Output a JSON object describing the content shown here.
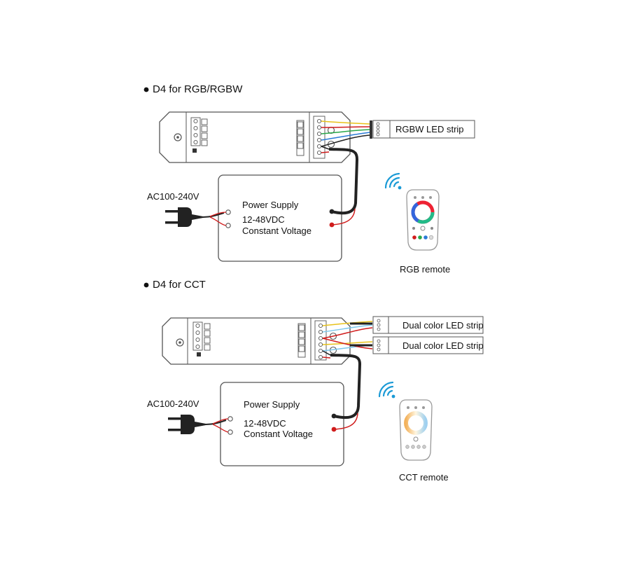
{
  "sections": [
    {
      "heading": "D4 for RGB/RGBW",
      "strip_label": "RGBW LED strip",
      "ac_label": "AC100-240V",
      "psu": {
        "title": "Power Supply",
        "voltage": "12-48VDC",
        "mode": "Constant Voltage"
      },
      "remote_label": "RGB remote"
    },
    {
      "heading": "D4 for CCT",
      "strip_labels": [
        "Dual color LED strip",
        "Dual color LED strip"
      ],
      "ac_label": "AC100-240V",
      "psu": {
        "title": "Power Supply",
        "voltage": "12-48VDC",
        "mode": "Constant Voltage"
      },
      "remote_label": "CCT remote"
    }
  ],
  "colors": {
    "outline": "#555555",
    "cable": "#222222",
    "wire_red": "#d01c1c",
    "wire_yellow": "#e8c21a",
    "wire_green": "#2aa84a",
    "wire_blue": "#2a7bd6",
    "wire_cyan": "#7fc8ec",
    "wifi": "#1a9ad6"
  }
}
